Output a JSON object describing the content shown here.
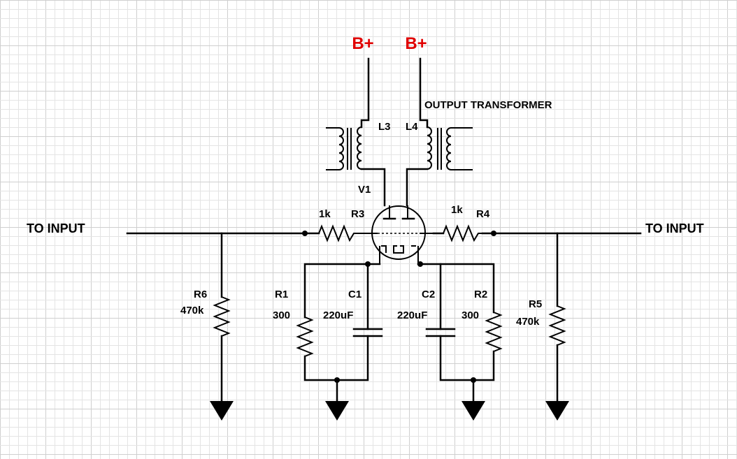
{
  "labels": {
    "bplus_left": "B+",
    "bplus_right": "B+",
    "output_transformer": "OUTPUT TRANSFORMER",
    "l3": "L3",
    "l4": "L4",
    "v1": "V1",
    "r3_value": "1k",
    "r3_name": "R3",
    "r4_value": "1k",
    "r4_name": "R4",
    "input_left": "TO INPUT",
    "input_right": "TO INPUT",
    "r6_name": "R6",
    "r6_value": "470k",
    "r1_name": "R1",
    "r1_value": "300",
    "c1_name": "C1",
    "c1_value": "220uF",
    "c2_name": "C2",
    "c2_value": "220uF",
    "r2_name": "R2",
    "r2_value": "300",
    "r5_name": "R5",
    "r5_value": "470k"
  },
  "colors": {
    "supply_label": "#e00000",
    "wire": "#000000",
    "grid": "#e4e4e4"
  }
}
